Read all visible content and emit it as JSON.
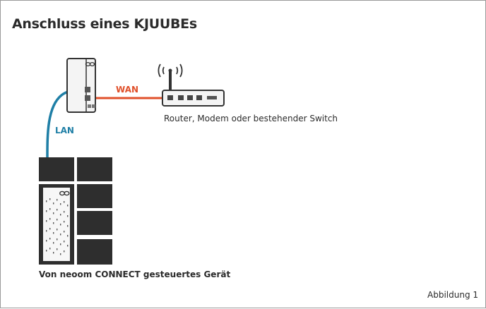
{
  "title": "Anschluss eines KJUUBEs",
  "labels": {
    "wan": "WAN",
    "lan": "LAN",
    "router": "Router, Modem oder bestehender Switch",
    "device": "Von neoom CONNECT gesteuertes Gerät",
    "figure": "Abbildung 1"
  },
  "colors": {
    "wan": "#e0502a",
    "lan": "#1f7fa6",
    "device_dark": "#2e2e2e",
    "outline": "#333333"
  },
  "icons": [
    "kjuube-gateway-icon",
    "wifi-router-icon",
    "battery-storage-device-icon",
    "infinity-logo-icon"
  ]
}
